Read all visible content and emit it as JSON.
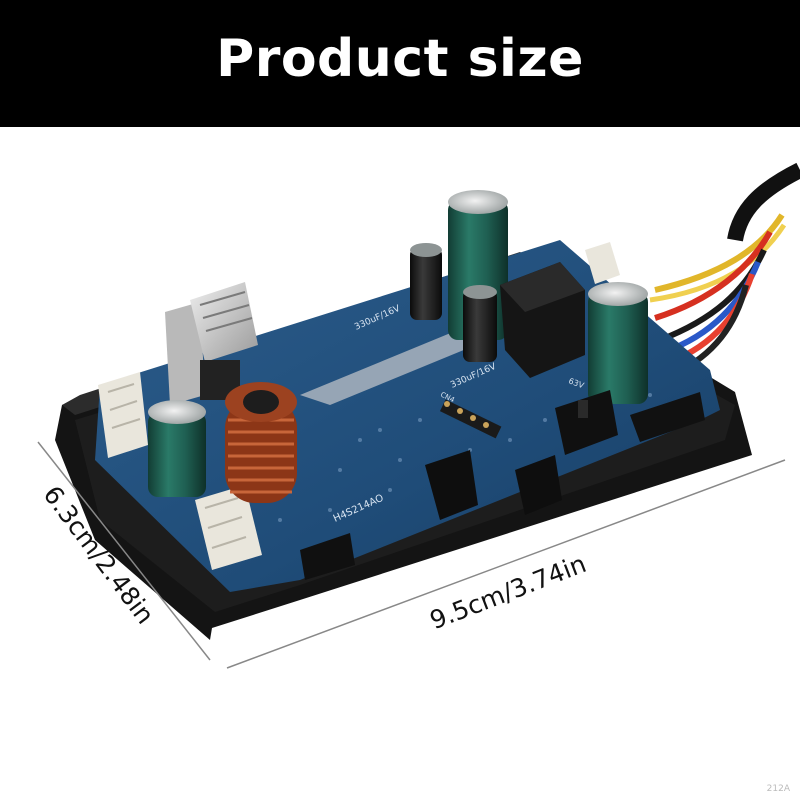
{
  "banner": {
    "title": "Product size"
  },
  "dimensions": {
    "width_label": "9.5cm/3.74in",
    "height_label": "6.3cm/2.48in"
  },
  "pcb": {
    "cap_text_a": "330uF/16V",
    "cap_text_b": "330uF/16V",
    "cap_text_c": "63V",
    "header_text": "CN4",
    "model_text": "H4S214AO"
  },
  "watermark": "212A",
  "colors": {
    "banner_bg": "#000000",
    "banner_text": "#ffffff",
    "board_blue": "#1f4c78",
    "housing_black": "#141414",
    "capacitor_green": "#1f5f52",
    "coil_copper": "#a5461f"
  }
}
